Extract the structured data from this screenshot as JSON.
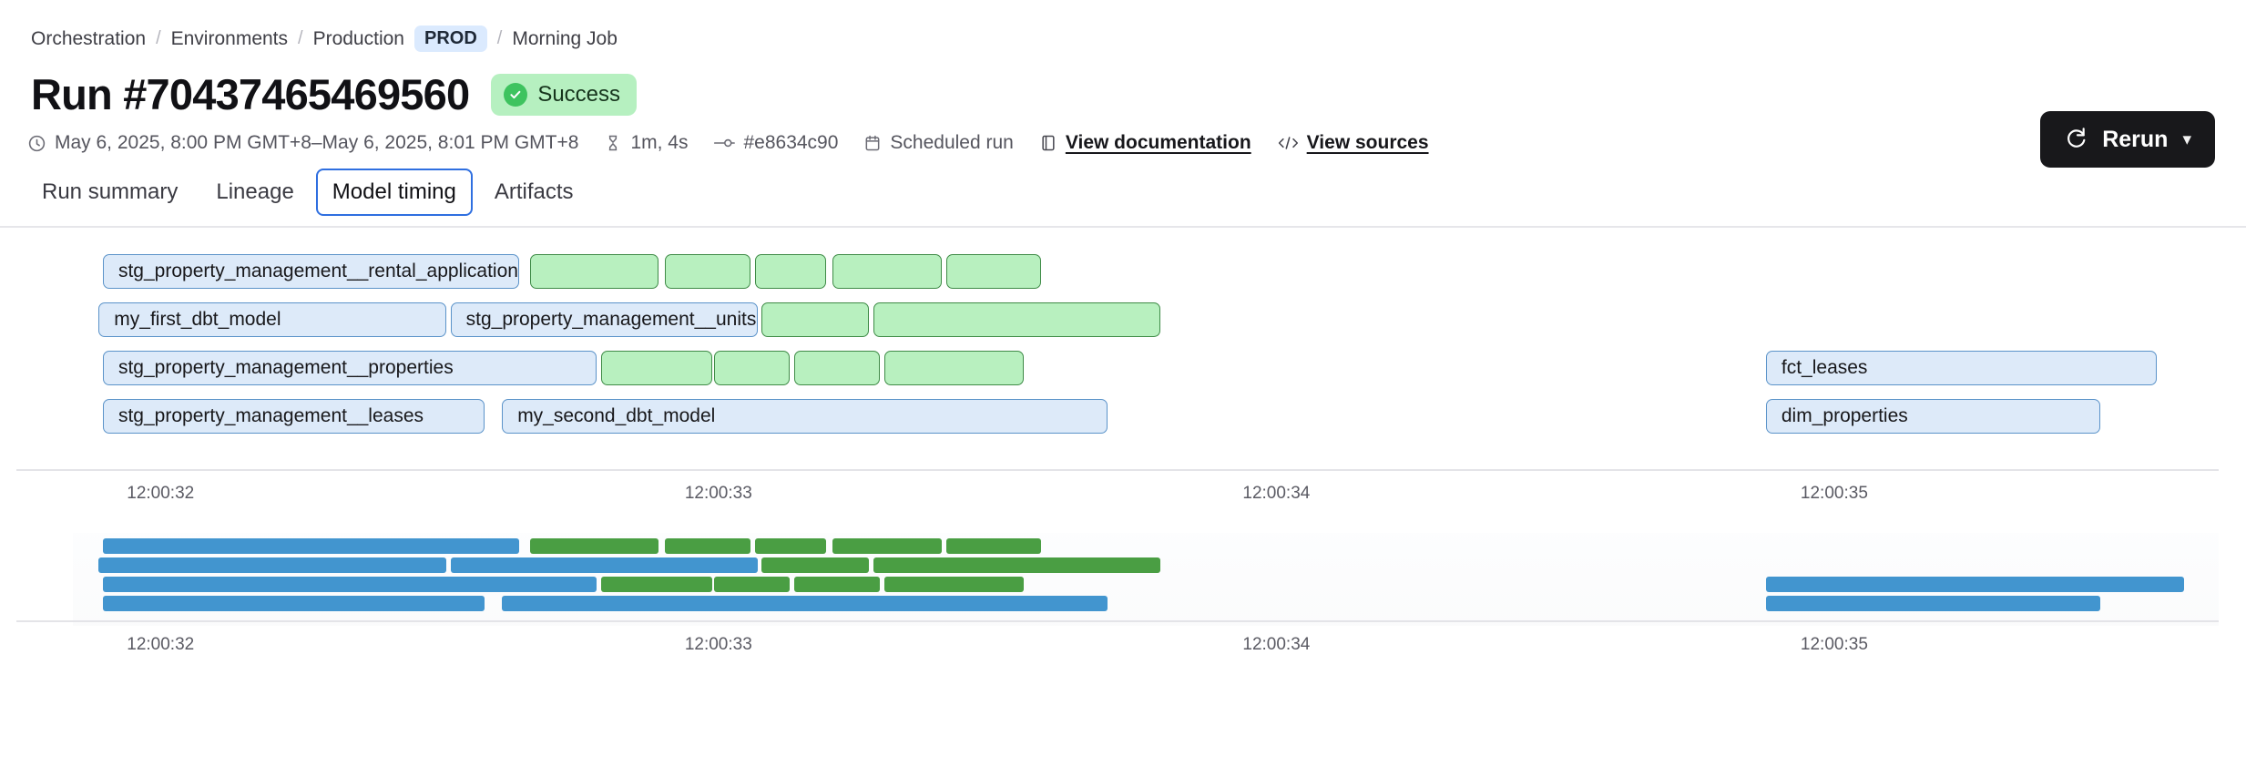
{
  "breadcrumb": {
    "items": [
      {
        "label": "Orchestration",
        "type": "link"
      },
      {
        "label": "Environments",
        "type": "link"
      },
      {
        "label": "Production",
        "type": "link"
      },
      {
        "label": "PROD",
        "type": "badge"
      },
      {
        "label": "Morning Job",
        "type": "current"
      }
    ],
    "separator": "/",
    "badge_bg": "#dbeafe"
  },
  "header": {
    "title": "Run #70437465469560",
    "status": {
      "label": "Success",
      "icon": "check-circle-icon",
      "bg": "#b6f0c0",
      "fg": "#3ec35f"
    },
    "rerun": {
      "label": "Rerun",
      "icon": "refresh-icon",
      "chevron": "chevron-down-icon",
      "bg": "#18181b"
    }
  },
  "meta": {
    "timerange": {
      "icon": "clock-icon",
      "text": "May 6, 2025, 8:00 PM GMT+8–May 6, 2025, 8:01 PM GMT+8"
    },
    "duration": {
      "icon": "hourglass-icon",
      "text": "1m, 4s"
    },
    "commit": {
      "icon": "commit-icon",
      "text": "#e8634c90"
    },
    "trigger": {
      "icon": "calendar-icon",
      "text": "Scheduled run"
    },
    "documentation": {
      "icon": "book-icon",
      "text": "View documentation"
    },
    "sources": {
      "icon": "code-icon",
      "text": "View sources"
    }
  },
  "tabs": {
    "items": [
      {
        "label": "Run summary",
        "active": false
      },
      {
        "label": "Lineage",
        "active": false
      },
      {
        "label": "Model timing",
        "active": true
      },
      {
        "label": "Artifacts",
        "active": false
      }
    ],
    "active_border": "#2f6fe0"
  },
  "chart_data": {
    "type": "bar",
    "title": "Model timing",
    "xlabel": "",
    "ylabel": "",
    "axis_ticks": [
      "12:00:32",
      "12:00:33",
      "12:00:34",
      "12:00:35"
    ],
    "tick_positions_pct": [
      2.6,
      28.6,
      54.6,
      80.6
    ],
    "colors": {
      "blue_fill": "#ddeaf9",
      "blue_border": "#5b93c9",
      "green_fill": "#b8f0bf",
      "green_border": "#3f8b47",
      "mini_blue": "#4295cf",
      "mini_green": "#4a9e43"
    },
    "rows": [
      {
        "index": 0,
        "bars": [
          {
            "label": "stg_property_management__rental_applications",
            "color": "blue",
            "start_pct": 1.4,
            "width_pct": 19.4
          },
          {
            "label": "",
            "color": "green",
            "start_pct": 21.3,
            "width_pct": 6.0
          },
          {
            "label": "",
            "color": "green",
            "start_pct": 27.6,
            "width_pct": 4.0
          },
          {
            "label": "",
            "color": "green",
            "start_pct": 31.8,
            "width_pct": 3.3
          },
          {
            "label": "",
            "color": "green",
            "start_pct": 35.4,
            "width_pct": 5.1
          },
          {
            "label": "",
            "color": "green",
            "start_pct": 40.7,
            "width_pct": 4.4
          }
        ]
      },
      {
        "index": 1,
        "bars": [
          {
            "label": "my_first_dbt_model",
            "color": "blue",
            "start_pct": 1.2,
            "width_pct": 16.2
          },
          {
            "label": "stg_property_management__units",
            "color": "blue",
            "start_pct": 17.6,
            "width_pct": 14.3
          },
          {
            "label": "",
            "color": "green",
            "start_pct": 32.1,
            "width_pct": 5.0
          },
          {
            "label": "",
            "color": "green",
            "start_pct": 37.3,
            "width_pct": 13.4
          }
        ]
      },
      {
        "index": 2,
        "bars": [
          {
            "label": "stg_property_management__properties",
            "color": "blue",
            "start_pct": 1.4,
            "width_pct": 23.0
          },
          {
            "label": "",
            "color": "green",
            "start_pct": 24.6,
            "width_pct": 5.2
          },
          {
            "label": "",
            "color": "green",
            "start_pct": 29.9,
            "width_pct": 3.5
          },
          {
            "label": "",
            "color": "green",
            "start_pct": 33.6,
            "width_pct": 4.0
          },
          {
            "label": "",
            "color": "green",
            "start_pct": 37.8,
            "width_pct": 6.5
          },
          {
            "label": "fct_leases",
            "color": "blue",
            "start_pct": 78.9,
            "width_pct": 18.2
          }
        ]
      },
      {
        "index": 3,
        "bars": [
          {
            "label": "stg_property_management__leases",
            "color": "blue",
            "start_pct": 1.4,
            "width_pct": 17.8
          },
          {
            "label": "my_second_dbt_model",
            "color": "blue",
            "start_pct": 20.0,
            "width_pct": 28.2
          },
          {
            "label": "dim_properties",
            "color": "blue",
            "start_pct": 78.9,
            "width_pct": 15.6
          }
        ]
      }
    ],
    "minimap_rows": [
      {
        "index": 0,
        "bars": [
          {
            "color": "blue",
            "start_pct": 1.4,
            "width_pct": 19.4
          },
          {
            "color": "green",
            "start_pct": 21.3,
            "width_pct": 6.0
          },
          {
            "color": "green",
            "start_pct": 27.6,
            "width_pct": 4.0
          },
          {
            "color": "green",
            "start_pct": 31.8,
            "width_pct": 3.3
          },
          {
            "color": "green",
            "start_pct": 35.4,
            "width_pct": 5.1
          },
          {
            "color": "green",
            "start_pct": 40.7,
            "width_pct": 4.4
          }
        ]
      },
      {
        "index": 1,
        "bars": [
          {
            "color": "blue",
            "start_pct": 1.2,
            "width_pct": 16.2
          },
          {
            "color": "blue",
            "start_pct": 17.6,
            "width_pct": 14.3
          },
          {
            "color": "green",
            "start_pct": 32.1,
            "width_pct": 5.0
          },
          {
            "color": "green",
            "start_pct": 37.3,
            "width_pct": 13.4
          }
        ]
      },
      {
        "index": 2,
        "bars": [
          {
            "color": "blue",
            "start_pct": 1.4,
            "width_pct": 23.0
          },
          {
            "color": "green",
            "start_pct": 24.6,
            "width_pct": 5.2
          },
          {
            "color": "green",
            "start_pct": 29.9,
            "width_pct": 3.5
          },
          {
            "color": "green",
            "start_pct": 33.6,
            "width_pct": 4.0
          },
          {
            "color": "green",
            "start_pct": 37.8,
            "width_pct": 6.5
          },
          {
            "color": "blue",
            "start_pct": 78.9,
            "width_pct": 19.5
          }
        ]
      },
      {
        "index": 3,
        "bars": [
          {
            "color": "blue",
            "start_pct": 1.4,
            "width_pct": 17.8
          },
          {
            "color": "blue",
            "start_pct": 20.0,
            "width_pct": 28.2
          },
          {
            "color": "blue",
            "start_pct": 78.9,
            "width_pct": 15.6
          }
        ]
      }
    ]
  }
}
